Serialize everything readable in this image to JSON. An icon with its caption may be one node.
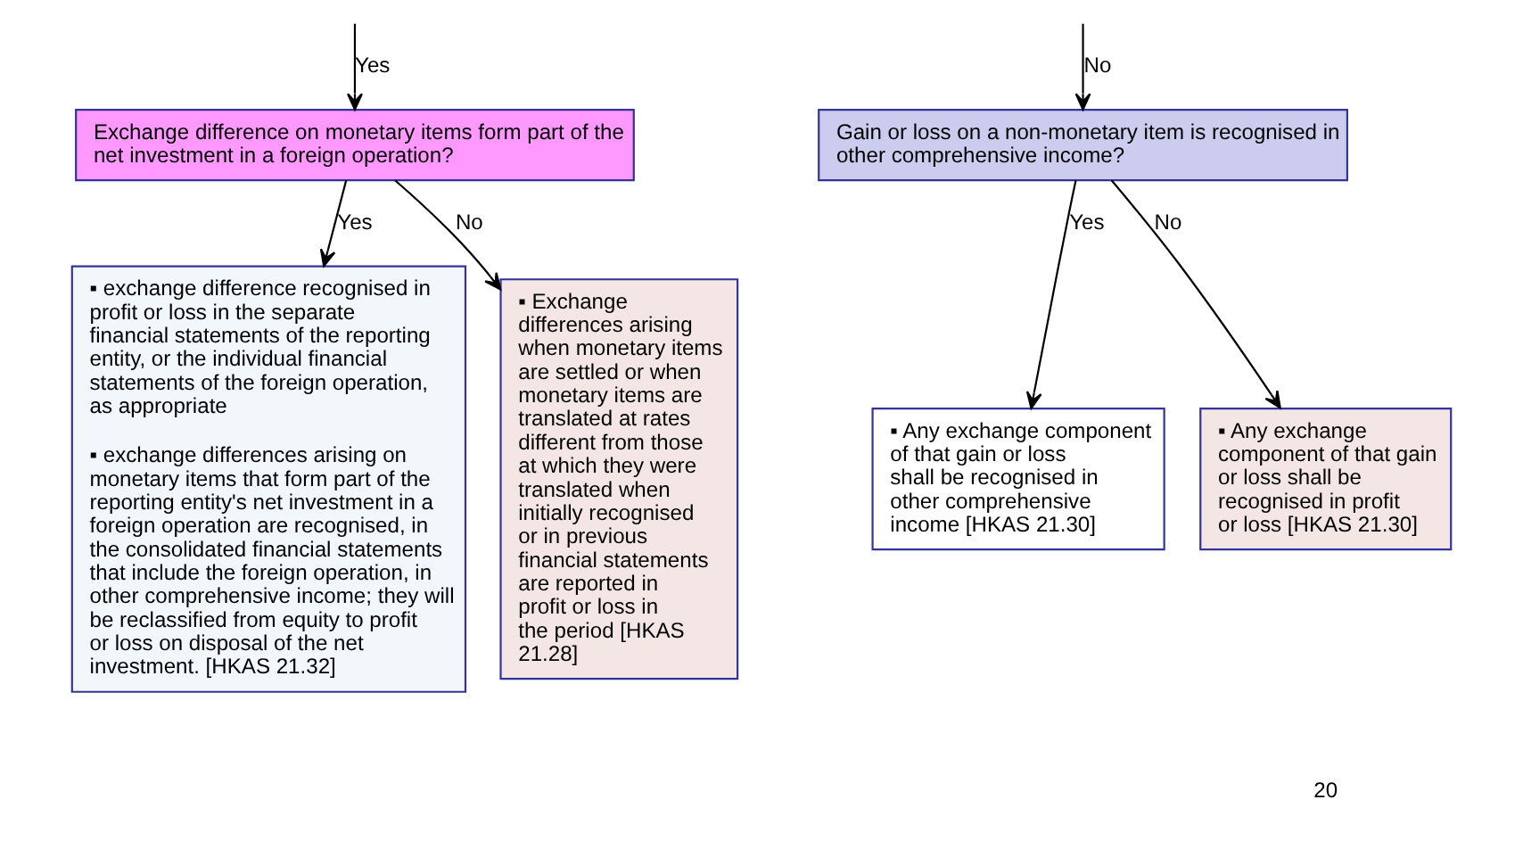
{
  "diagram": {
    "nodes": [
      {
        "text": [
          "Exchange difference on monetary items form part of the net investment in a foreign operation?"
        ]
      },
      {
        "text": [
          "Gain or loss on a non-monetary item is recognised in other comprehensive income?"
        ]
      },
      {
        "text": [
          "▪ exchange difference recognised in profit or loss in the separate financial statements of the reporting entity, or the individual financial statements of the foreign operation, as appropriate",
          "▪ exchange differences arising on monetary items that form part of the reporting entity's net investment in a foreign operation are recognised, in the consolidated financial statements that include the foreign operation, in other comprehensive income; they will be reclassified from equity to profit or loss on disposal of the net investment. [HKAS 21.32]"
        ]
      },
      {
        "text": [
          "▪ Exchange differences arising when monetary items are settled or when monetary items are translated at rates different from those at which they were translated when initially recognised or in previous financial statements are reported in profit or loss in the period [HKAS 21.28]"
        ]
      },
      {
        "text": [
          "▪ Any exchange component of that gain or loss shall be recognised in other comprehensive income [HKAS 21.30]"
        ]
      },
      {
        "text": [
          "▪ Any exchange component of that gain or loss shall be recognised in profit or loss [HKAS 21.30]"
        ]
      }
    ],
    "edges": [
      {
        "from": null,
        "to": 0,
        "arrow": "to",
        "label": "Yes"
      },
      {
        "from": null,
        "to": 1,
        "arrow": "to",
        "label": "No"
      },
      {
        "from": 0,
        "to": 2,
        "arrow": "to",
        "label": "Yes"
      },
      {
        "from": 0,
        "to": 3,
        "arrow": "to",
        "label": "No"
      },
      {
        "from": 1,
        "to": 4,
        "arrow": "to",
        "label": "Yes"
      },
      {
        "from": 1,
        "to": 5,
        "arrow": "to",
        "label": "No"
      }
    ],
    "labels": [
      "20"
    ]
  }
}
